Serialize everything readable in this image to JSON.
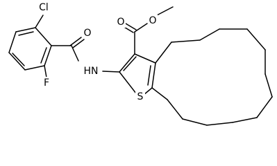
{
  "atoms": {
    "cl": "Cl",
    "f": "F",
    "o_amide": "O",
    "nh": "HN",
    "s": "S",
    "o_carbonyl": "O",
    "o_ester": "O"
  },
  "colors": {
    "bond": "#000000",
    "label": "#000000",
    "background": "#ffffff"
  }
}
